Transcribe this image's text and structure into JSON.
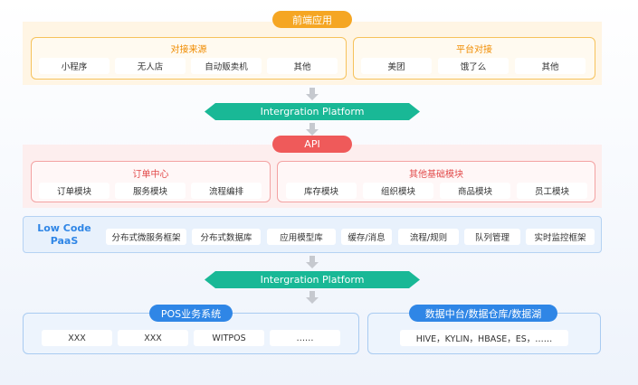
{
  "frontend": {
    "title": "前端应用",
    "channel_group": {
      "title": "对接来源",
      "items": [
        "小程序",
        "无人店",
        "自动贩卖机",
        "其他"
      ]
    },
    "platform_group": {
      "title": "平台对接",
      "items": [
        "美团",
        "饿了么",
        "其他"
      ]
    }
  },
  "integration_top": {
    "label": "Intergration Platform"
  },
  "api": {
    "title": "API",
    "order_group": {
      "title": "订单中心",
      "items": [
        "订单模块",
        "服务模块",
        "流程编排"
      ]
    },
    "base_group": {
      "title": "其他基础模块",
      "items": [
        "库存模块",
        "组织模块",
        "商品模块",
        "员工模块"
      ]
    }
  },
  "paas": {
    "label_line1": "Low Code",
    "label_line2": "PaaS",
    "items": [
      "分布式微服务框架",
      "分布式数据库",
      "应用模型库",
      "缓存/消息",
      "流程/规则",
      "队列管理",
      "实时监控框架"
    ]
  },
  "integration_bottom": {
    "label": "Intergration Platform"
  },
  "pos": {
    "title": "POS业务系统",
    "items": [
      "XXX",
      "XXX",
      "WITPOS",
      "……"
    ]
  },
  "data": {
    "title": "数据中台/数据仓库/数据湖",
    "items": [
      "HIVE，KYLIN，HBASE，ES，……"
    ]
  },
  "colors": {
    "orange": "#f5a623",
    "red": "#ef5a5a",
    "blue": "#2f86e6",
    "green": "#19b896"
  }
}
